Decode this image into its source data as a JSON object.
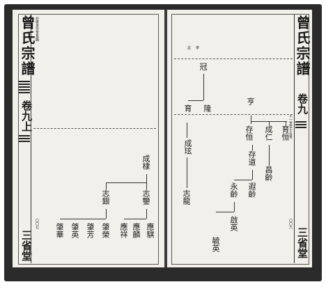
{
  "book": {
    "spine_title": "曾氏宗譜",
    "volume": "卷九上",
    "volume_right": "卷九",
    "hall": "三省堂",
    "hall_right": "三省堂",
    "page_no_left": "〇〇七",
    "page_no_right": "〇〇六",
    "series_label_left": "抄漿本宗世系圖",
    "series_label_right": "十一世至十五世"
  },
  "left_page": {
    "generation_1": [
      {
        "id": "n1",
        "name": "成棣"
      }
    ],
    "generation_2": [
      {
        "id": "n2",
        "name": "志銀"
      },
      {
        "id": "n3",
        "name": "志鑒"
      }
    ],
    "generation_3": [
      {
        "id": "n4",
        "name": "肇華"
      },
      {
        "id": "n5",
        "name": "肇英"
      },
      {
        "id": "n6",
        "name": "肇芳"
      },
      {
        "id": "n7",
        "name": "肇榮"
      },
      {
        "id": "n8",
        "name": "應祥"
      },
      {
        "id": "n9",
        "name": "應麟"
      },
      {
        "id": "n10",
        "name": "應騏"
      }
    ]
  },
  "right_page": {
    "top_labels": [
      "志",
      "亭"
    ],
    "generation_1": [
      {
        "id": "r1",
        "name": "冠"
      },
      {
        "id": "r2",
        "name": "亨"
      }
    ],
    "generation_2": [
      {
        "id": "r3",
        "name": "育"
      },
      {
        "id": "r4",
        "name": "隆"
      },
      {
        "id": "r5",
        "name": "育恒"
      },
      {
        "id": "r6",
        "name": "成仁"
      },
      {
        "id": "r7",
        "name": "存道"
      },
      {
        "id": "r8",
        "name": "存恒"
      }
    ],
    "generation_3": [
      {
        "id": "r9",
        "name": "成玹"
      },
      {
        "id": "r10",
        "name": "昌齡"
      },
      {
        "id": "r11",
        "name": "遐齡"
      },
      {
        "id": "r12",
        "name": "永齡"
      }
    ],
    "generation_4": [
      {
        "id": "r13",
        "name": "志龍"
      },
      {
        "id": "r14",
        "name": "啟英"
      },
      {
        "id": "r15",
        "name": "毓英"
      }
    ]
  }
}
